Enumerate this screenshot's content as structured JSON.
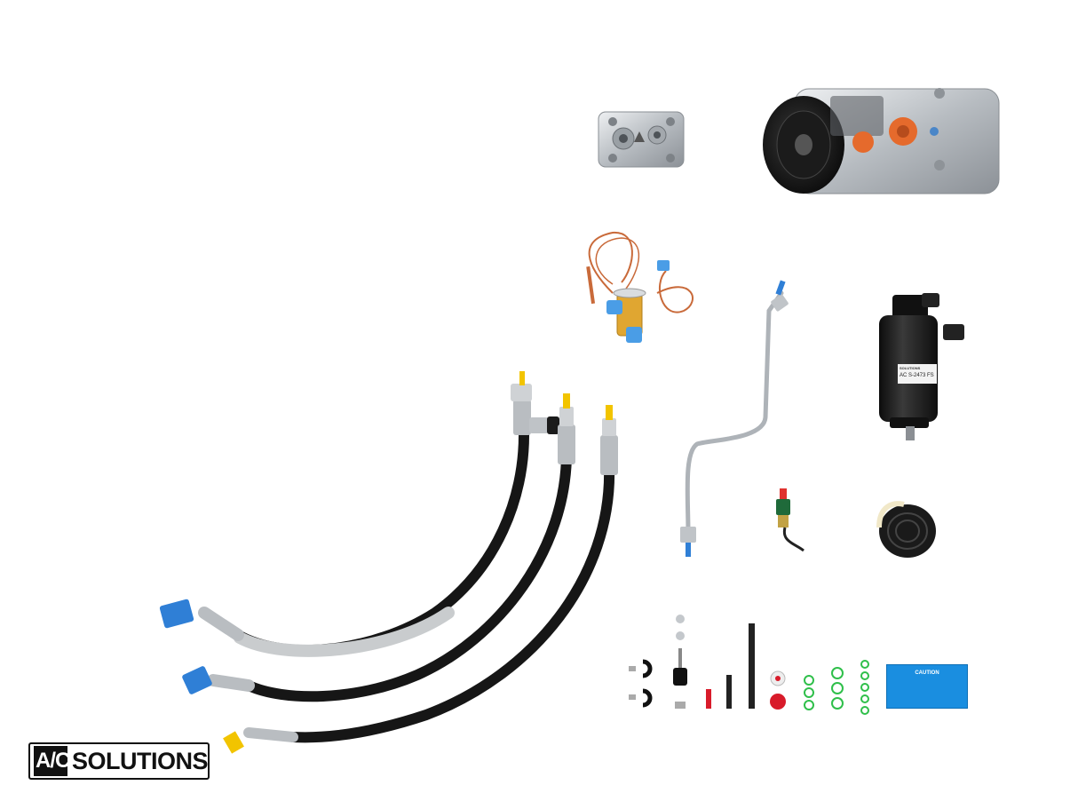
{
  "brand": {
    "logo_mark": "A/C",
    "logo_text": "SOLUTIONS"
  },
  "parts": {
    "receiver_drier_label": "AC S-2473 FS",
    "receiver_drier_brand": "SOLUTIONS",
    "caution_label_title": "CAUTION"
  },
  "colors": {
    "hose": "#161616",
    "sleeve": "#c9ccce",
    "fitting": "#b9bdc1",
    "cap_blue": "#2f7fd6",
    "cap_yellow": "#f2c400",
    "copper": "#c96a3a",
    "brass": "#e0a631",
    "oring": "#2fbf4a",
    "accent_red": "#d81b2a",
    "label_blue": "#1a8ee0"
  }
}
